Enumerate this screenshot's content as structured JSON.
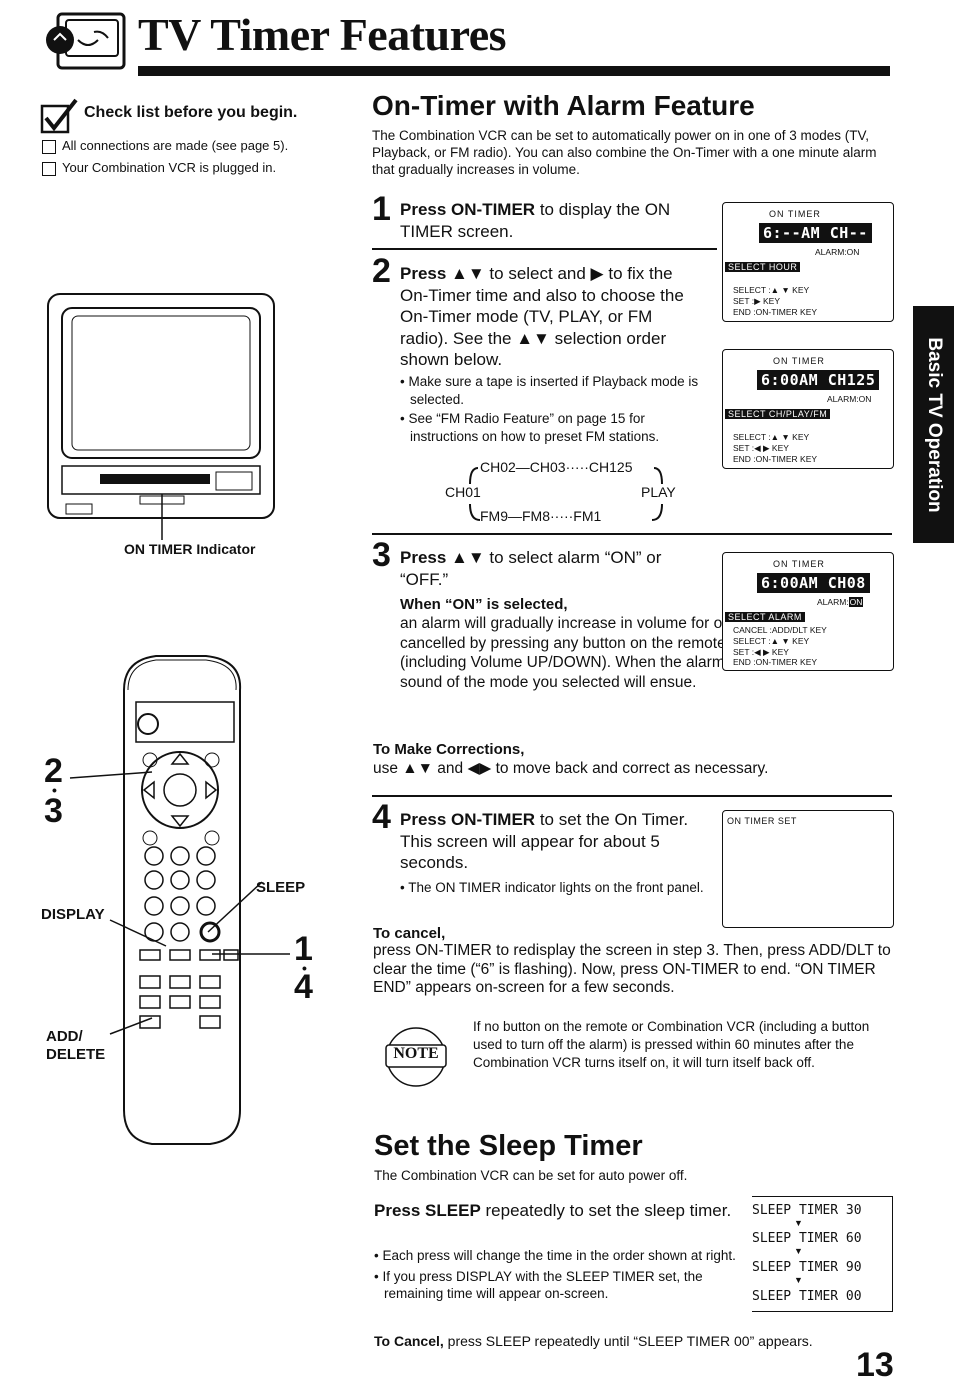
{
  "header": {
    "title": "TV Timer Features"
  },
  "checklist": {
    "heading": "Check list before you begin.",
    "items": [
      "All connections are made (see page 5).",
      "Your Combination VCR is plugged in."
    ]
  },
  "tv_figure": {
    "indicator_label": "ON TIMER Indicator"
  },
  "remote_figure": {
    "step_a": "2",
    "step_b": "3",
    "step_c": "1",
    "step_d": "4",
    "display_label": "DISPLAY",
    "sleep_label": "SLEEP",
    "add_delete_label_1": "ADD/",
    "add_delete_label_2": "DELETE"
  },
  "side_tab": {
    "text": "Basic TV Operation"
  },
  "on_timer": {
    "heading": "On-Timer with Alarm Feature",
    "intro": "The Combination VCR can be set to automatically power on in one of 3 modes (TV, Playback, or FM radio). You can also combine the On-Timer with a one minute alarm that gradually increases in volume.",
    "step1": {
      "num": "1",
      "bold": "Press ON-TIMER",
      "text": " to display the ON TIMER screen."
    },
    "step2": {
      "num": "2",
      "bold": "Press ▲▼",
      "text": " to select and ▶ to fix the On-Timer time and also to choose the On-Timer mode (TV, PLAY, or FM radio). See the ▲▼ selection order shown below.",
      "bullets": [
        "Make sure a tape is inserted if Playback mode is selected.",
        "See “FM Radio Feature” on page 15 for instructions on how to preset FM stations."
      ],
      "order_top": "CH02—CH03·····CH125",
      "order_left": "CH01",
      "order_right": "PLAY",
      "order_bottom": "FM9—FM8·····FM1"
    },
    "step3": {
      "num": "3",
      "bold": "Press ▲▼",
      "text": " to select alarm “ON” or “OFF.”",
      "when_on": "When “ON” is selected,",
      "when_on_text": "an alarm will gradually increase in volume for one minute or until cancelled by pressing any button on the remote or Combination VCR (including Volume UP/DOWN). When the alarm sound stops, the sound of the mode you selected will ensue.",
      "corrections_heading": "To Make Corrections,",
      "corrections_text": "use ▲▼ and ◀▶ to move back and correct as necessary."
    },
    "step4": {
      "num": "4",
      "bold": "Press ON-TIMER",
      "text": " to set the On Timer. This screen will appear for about 5 seconds.",
      "bullets": [
        "The ON TIMER indicator lights on the front panel."
      ],
      "cancel_heading": "To cancel,",
      "cancel_text": "press ON-TIMER to redisplay the screen in step 3. Then, press ADD/DLT to clear the time (“6” is flashing). Now, press ON-TIMER to end. “ON TIMER END” appears on-screen for a few seconds."
    },
    "note": {
      "badge": "NOTE",
      "text": "If no button on the remote or Combination VCR (including a button used to turn off the alarm) is pressed within 60 minutes after the Combination VCR turns itself on, it will turn itself back off."
    }
  },
  "screens": {
    "s1": {
      "hdr": "ON TIMER",
      "main": "6:--AM CH--",
      "sub": "ALARM:ON",
      "bar": "SELECT HOUR",
      "lines": [
        "SELECT :▲ ▼ KEY",
        "SET      :▶ KEY",
        "END      :ON-TIMER KEY"
      ]
    },
    "s2": {
      "hdr": "ON TIMER",
      "main": "6:00AM CH125",
      "sub": "ALARM:ON",
      "bar": "SELECT CH/PLAY/FM",
      "lines": [
        "SELECT :▲ ▼ KEY",
        "SET      :◀ ▶ KEY",
        "END      :ON-TIMER KEY"
      ]
    },
    "s3": {
      "hdr": "ON TIMER",
      "main": "6:00AM CH08",
      "sub": "ALARM:",
      "sub_on": "ON",
      "bar": "SELECT ALARM",
      "lines": [
        "CANCEL :ADD/DLT KEY",
        "SELECT :▲ ▼ KEY",
        "SET      :◀ ▶ KEY",
        "END      :ON-TIMER KEY"
      ]
    },
    "s4": {
      "hdr": "ON TIMER SET"
    }
  },
  "sleep": {
    "heading": "Set the Sleep Timer",
    "intro": "The Combination VCR can be set for auto power off.",
    "bold": "Press SLEEP",
    "text": " repeatedly to set the sleep timer.",
    "bullets": [
      "Each press will change the time in the order shown at right.",
      "If you press DISPLAY with the SLEEP TIMER set, the remaining time will appear on-screen."
    ],
    "sequence": [
      "SLEEP TIMER 30",
      "SLEEP TIMER 60",
      "SLEEP TIMER 90",
      "SLEEP TIMER 00"
    ],
    "cancel_bold": "To Cancel,",
    "cancel_text": " press SLEEP repeatedly until “SLEEP TIMER 00” appears."
  },
  "page_number": "13"
}
